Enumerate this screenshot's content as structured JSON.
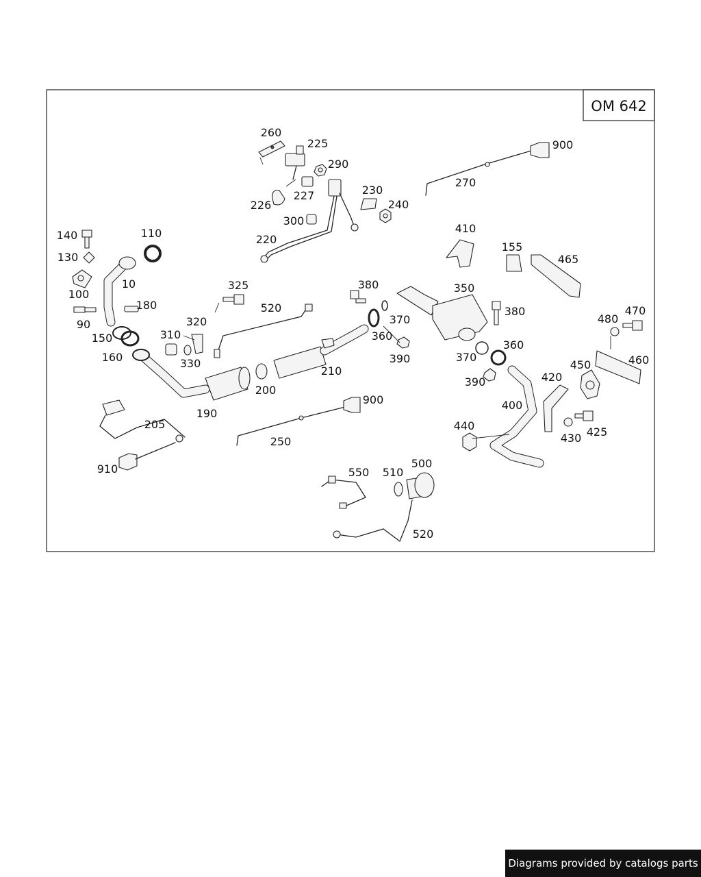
{
  "diagram": {
    "engine_code": "OM 642",
    "part_numbers": [
      "10",
      "90",
      "100",
      "110",
      "130",
      "140",
      "150",
      "155",
      "160",
      "180",
      "190",
      "200",
      "205",
      "210",
      "220",
      "225",
      "226",
      "227",
      "230",
      "240",
      "250",
      "260",
      "270",
      "290",
      "300",
      "310",
      "320",
      "325",
      "330",
      "350",
      "360",
      "360",
      "370",
      "370",
      "380",
      "380",
      "390",
      "390",
      "400",
      "410",
      "420",
      "425",
      "430",
      "440",
      "450",
      "460",
      "465",
      "470",
      "480",
      "500",
      "510",
      "520",
      "520",
      "550",
      "900",
      "900",
      "910"
    ]
  },
  "footer": {
    "text": "Diagrams provided by catalogs parts"
  }
}
